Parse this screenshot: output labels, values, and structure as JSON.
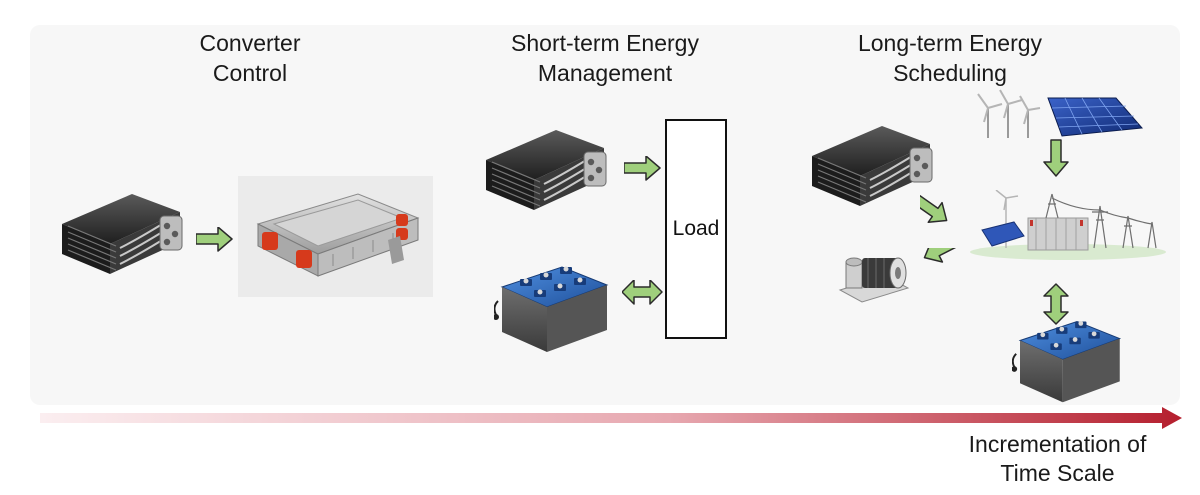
{
  "sections": [
    {
      "id": "converter",
      "title_line1": "Converter",
      "title_line2": "Control"
    },
    {
      "id": "short_term",
      "title_line1": "Short-term Energy",
      "title_line2": "Management"
    },
    {
      "id": "long_term",
      "title_line1": "Long-term Energy",
      "title_line2": "Scheduling"
    }
  ],
  "load_label": "Load",
  "timeline": {
    "label_line1": "Incrementation of",
    "label_line2": "Time Scale",
    "color_start": "#fbeef0",
    "color_end": "#b51f2e"
  },
  "colors": {
    "arrow_fill": "#9fcf7c",
    "arrow_stroke": "#2b2b2b",
    "battery_blue": "#2f6fbf",
    "fuelcell_dark": "#2a2a2a",
    "converter_red": "#d63a1c"
  },
  "icons": [
    "fuel-cell-stack-icon",
    "power-converter-icon",
    "battery-bank-icon",
    "wind-turbine-icon",
    "solar-panel-icon",
    "power-grid-icon",
    "generator-icon"
  ]
}
